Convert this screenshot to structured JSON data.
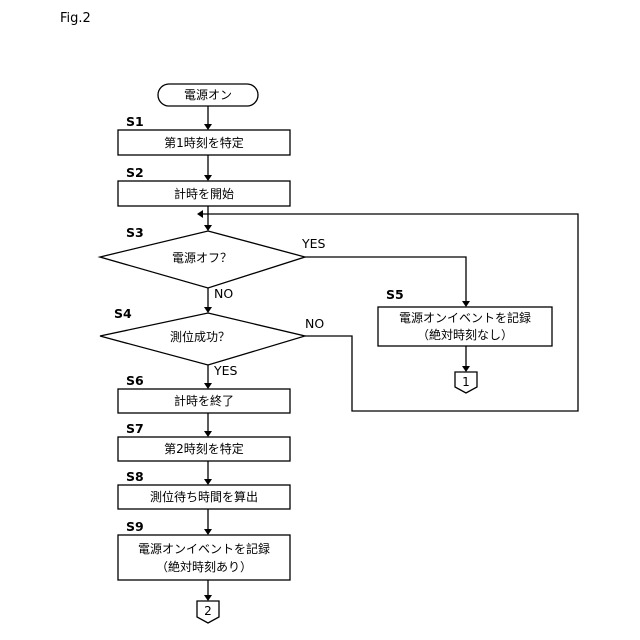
{
  "figure_label": "Fig.2",
  "nodes": {
    "start": "電源オン",
    "s1": "第1時刻を特定",
    "s2": "計時を開始",
    "s3": "電源オフ？",
    "s4": "測位成功？",
    "s5_line1": "電源オンイベントを記録",
    "s5_line2": "（絶対時刻なし）",
    "s6": "計時を終了",
    "s7": "第2時刻を特定",
    "s8": "測位待ち時間を算出",
    "s9_line1": "電源オンイベントを記録",
    "s9_line2": "（絶対時刻あり）"
  },
  "step_labels": {
    "s1": "S1",
    "s2": "S2",
    "s3": "S3",
    "s4": "S4",
    "s5": "S5",
    "s6": "S6",
    "s7": "S7",
    "s8": "S8",
    "s9": "S9"
  },
  "branch_labels": {
    "s3_yes": "YES",
    "s3_no": "NO",
    "s4_no": "NO",
    "s4_yes": "YES"
  },
  "connectors": {
    "c1": "1",
    "c2": "2"
  }
}
